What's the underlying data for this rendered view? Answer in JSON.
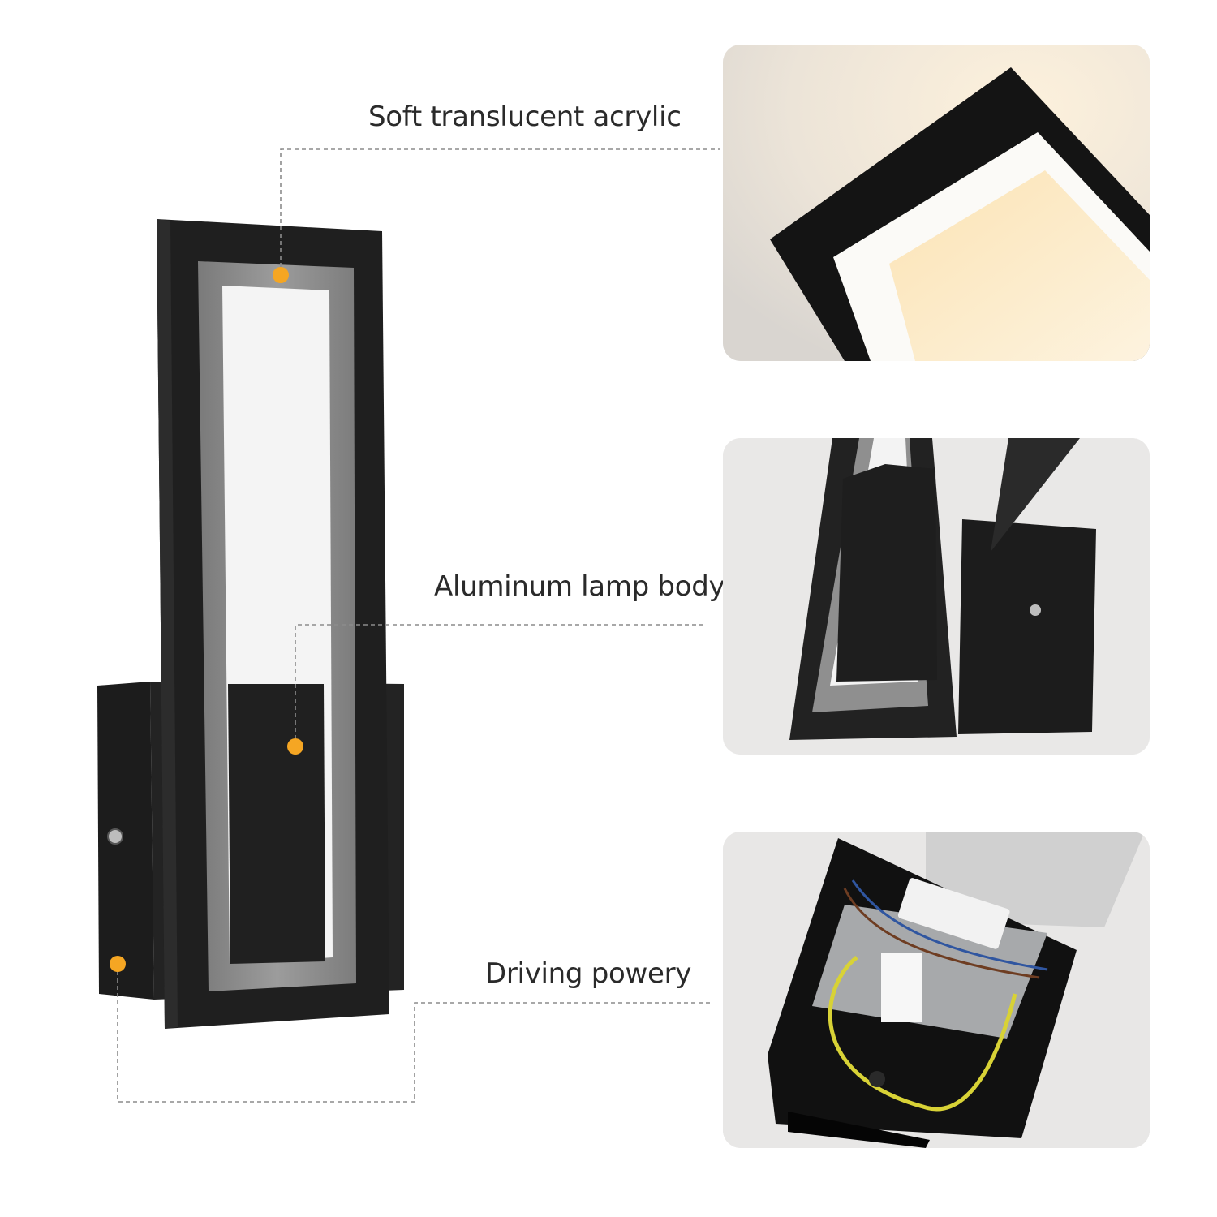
{
  "callouts": {
    "acrylic": {
      "label": "Soft translucent acrylic"
    },
    "body": {
      "label": "Aluminum lamp body"
    },
    "driver": {
      "label": "Driving powery"
    }
  },
  "colors": {
    "lamp_black": "#1f1f1f",
    "acrylic_gray": "#8a8a8a",
    "marker_orange": "#f5a623",
    "dashed_line": "#8c8c8c",
    "panel_bg": "#e8e7e6",
    "warm_glow": "#fbe9c8"
  },
  "icons": {
    "marker": "orange-dot-marker"
  }
}
